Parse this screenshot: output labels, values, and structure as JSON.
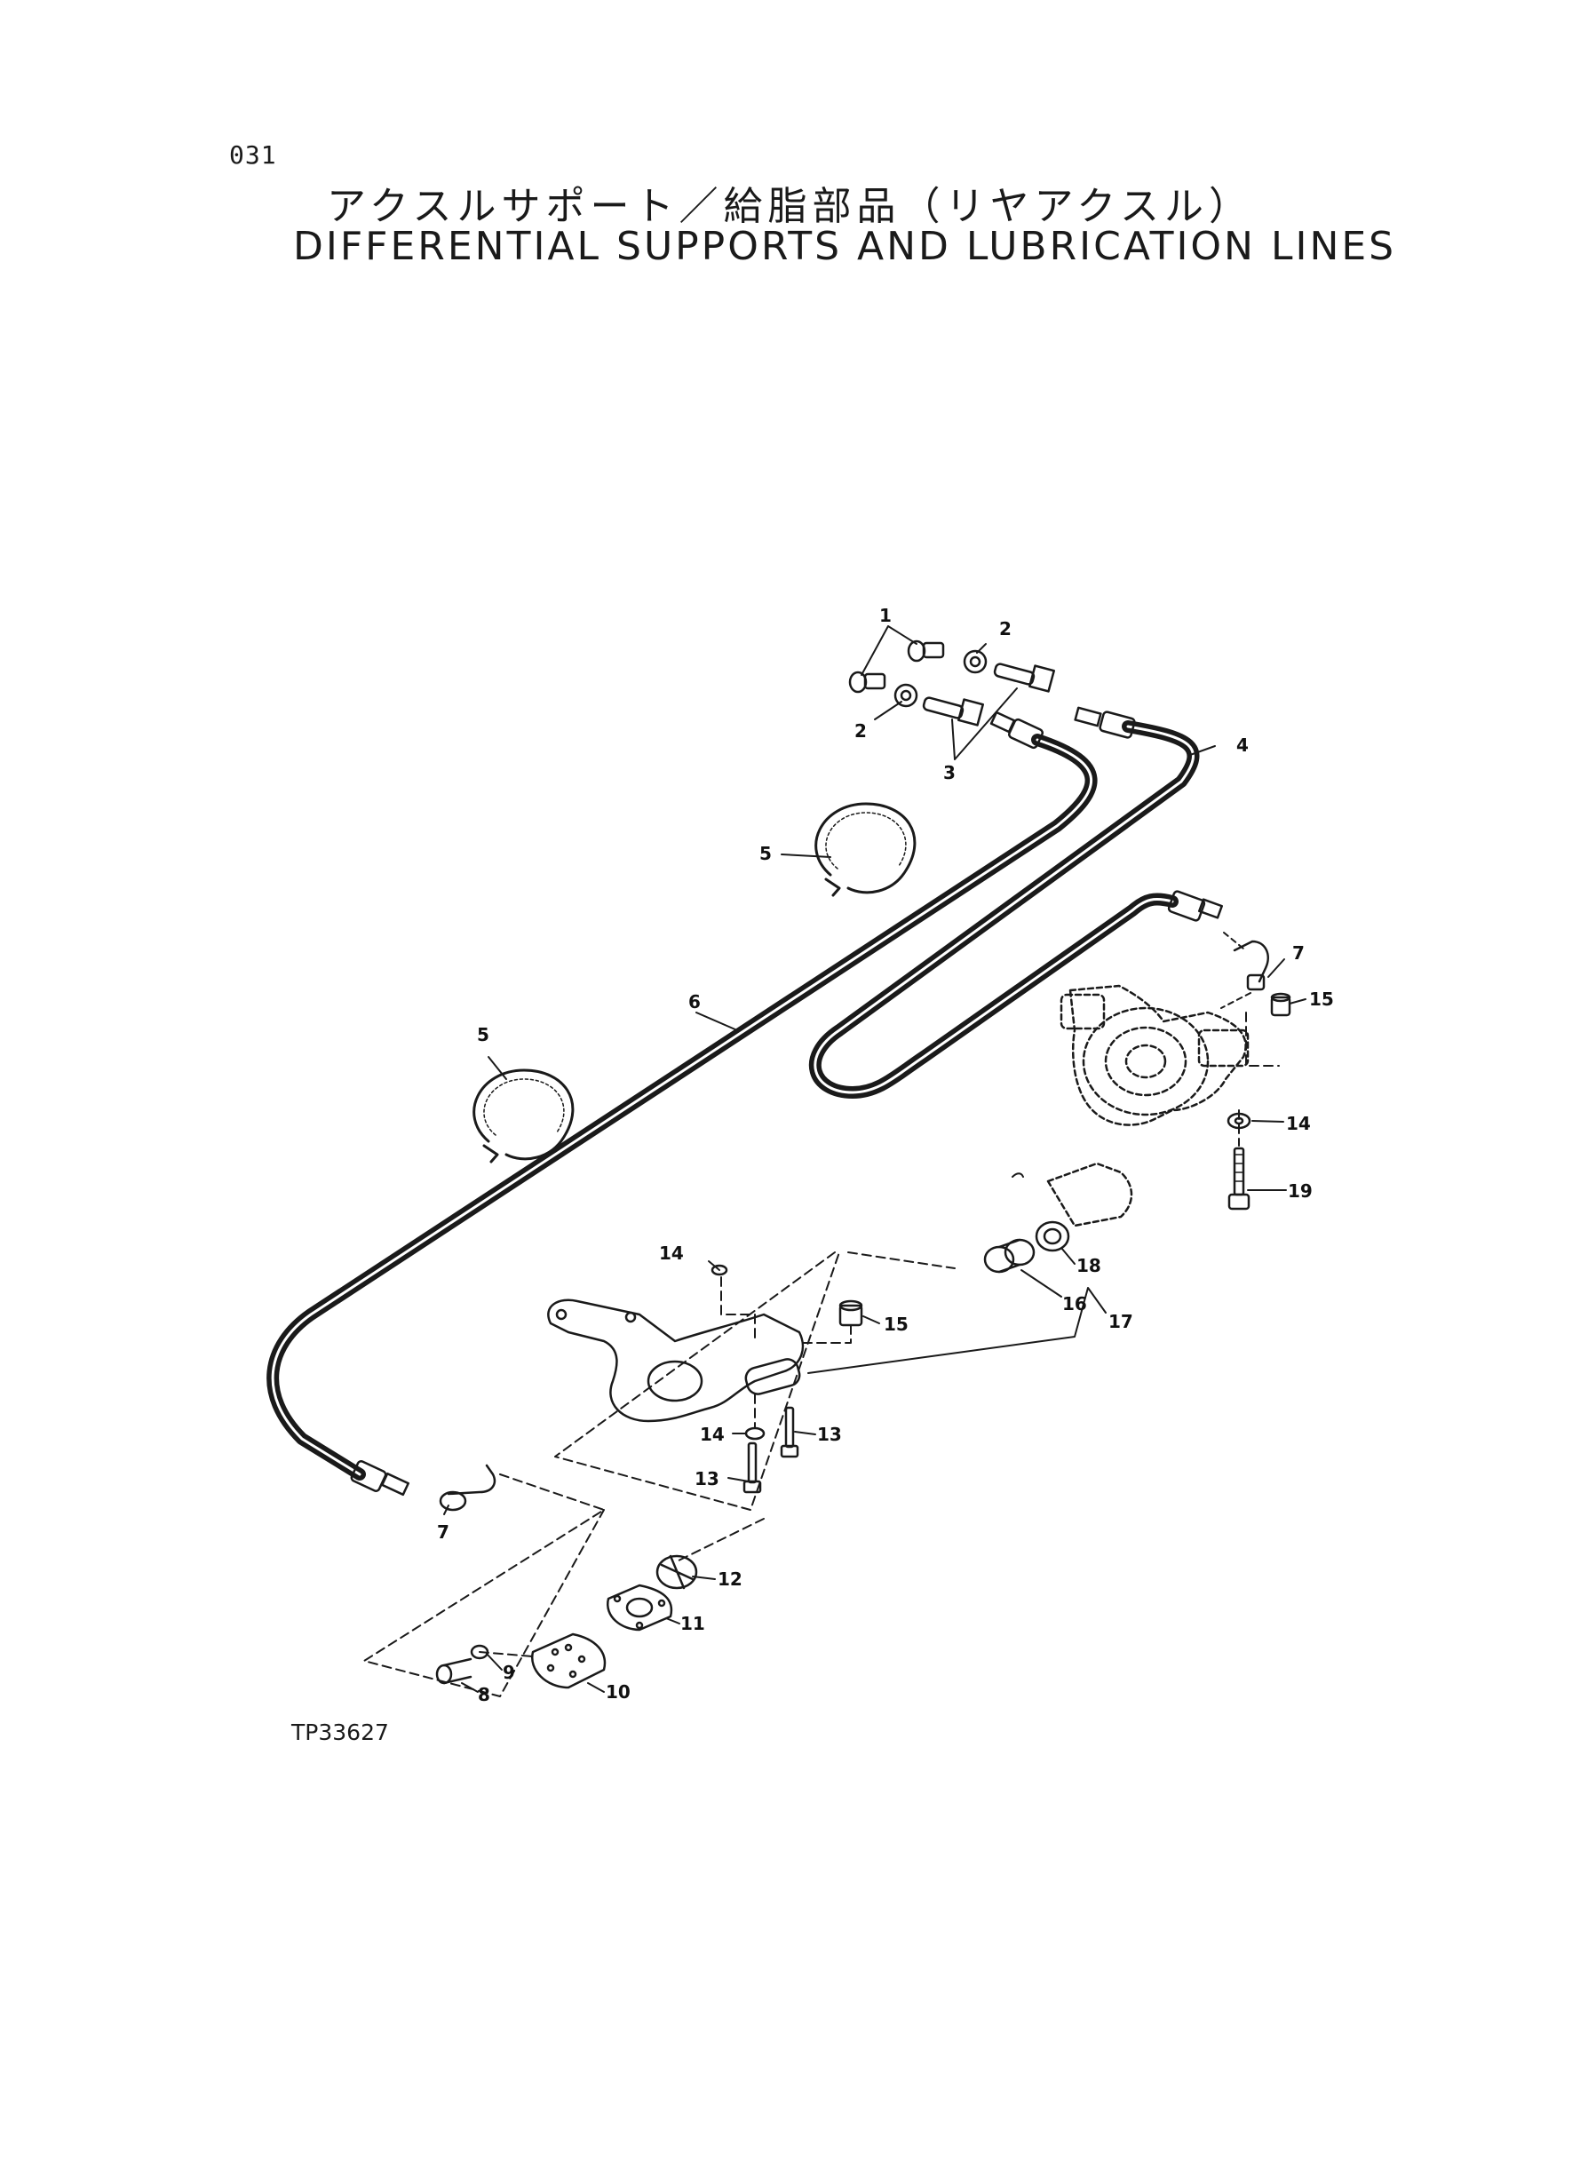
{
  "header": {
    "page_number": "031",
    "title_japanese": "アクスルサポート／給脂部品（リヤアクスル）",
    "title_english": "DIFFERENTIAL SUPPORTS AND LUBRICATION LINES"
  },
  "figure": {
    "id": "TP33627",
    "callouts": [
      {
        "label": "1"
      },
      {
        "label": "2"
      },
      {
        "label": "2"
      },
      {
        "label": "3"
      },
      {
        "label": "4"
      },
      {
        "label": "5"
      },
      {
        "label": "5"
      },
      {
        "label": "6"
      },
      {
        "label": "7"
      },
      {
        "label": "7"
      },
      {
        "label": "8"
      },
      {
        "label": "9"
      },
      {
        "label": "10"
      },
      {
        "label": "11"
      },
      {
        "label": "12"
      },
      {
        "label": "13"
      },
      {
        "label": "13"
      },
      {
        "label": "14"
      },
      {
        "label": "14"
      },
      {
        "label": "14"
      },
      {
        "label": "15"
      },
      {
        "label": "15"
      },
      {
        "label": "16"
      },
      {
        "label": "17"
      },
      {
        "label": "18"
      },
      {
        "label": "19"
      }
    ]
  },
  "colors": {
    "ink": "#1a1a1a",
    "paper": "#ffffff"
  }
}
